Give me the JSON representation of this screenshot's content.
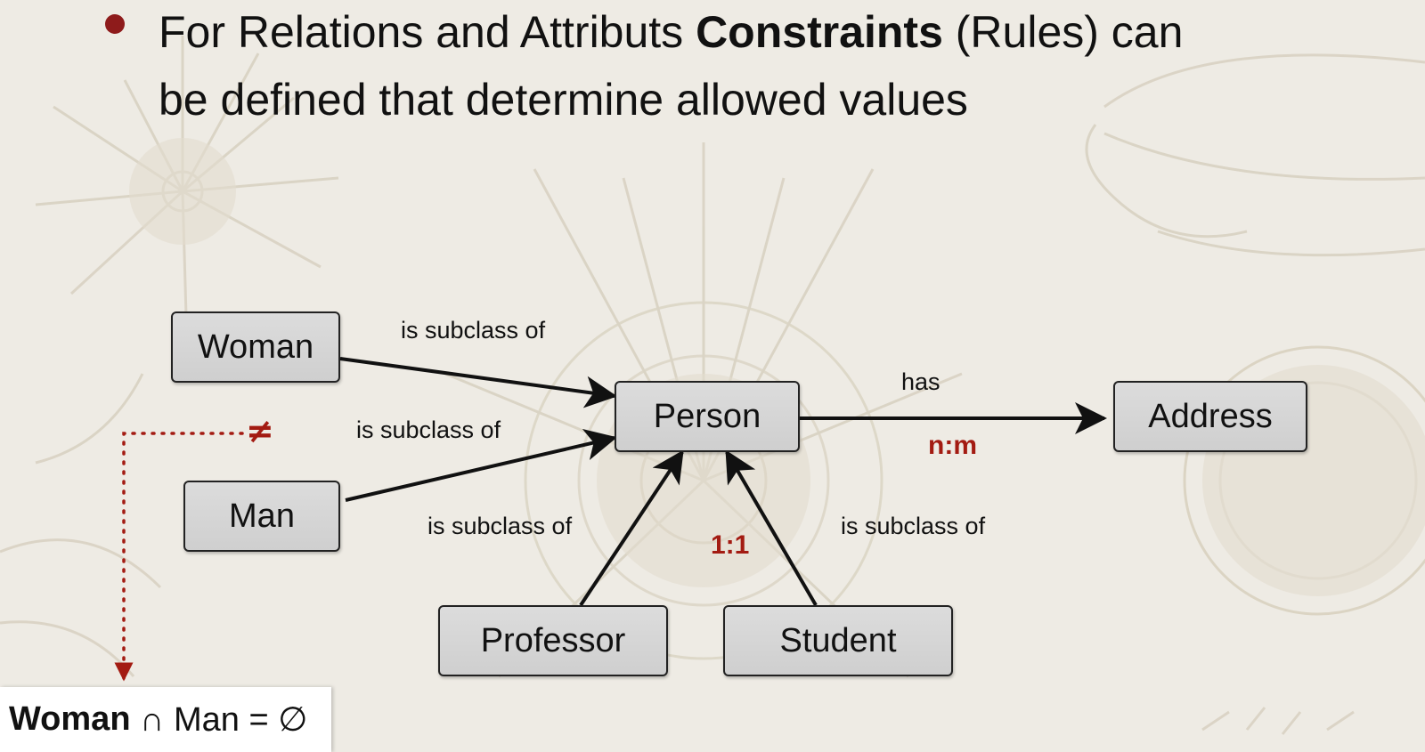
{
  "slide": {
    "headline_part1": "For Relations and Attributs ",
    "headline_bold": "Constraints",
    "headline_part2": " (Rules) can",
    "headline_line2": "be defined that determine allowed values"
  },
  "diagram": {
    "nodes": {
      "woman": "Woman",
      "man": "Man",
      "person": "Person",
      "address": "Address",
      "professor": "Professor",
      "student": "Student"
    },
    "edges": {
      "woman_to_person": "is subclass of",
      "man_to_person": "is subclass of",
      "professor_to_person": "is subclass of",
      "student_to_person": "is subclass of",
      "person_to_address": "has"
    },
    "cardinalities": {
      "has": "n:m",
      "subclass": "1:1"
    },
    "disjoint_symbol": "≠",
    "formula": {
      "left": "Woman",
      "rest": " ∩ Man = ∅"
    }
  },
  "colors": {
    "accent": "#a31b12",
    "bullet": "#8e1b1b",
    "node_fill": "#d5d5d5",
    "background": "#efece6"
  }
}
